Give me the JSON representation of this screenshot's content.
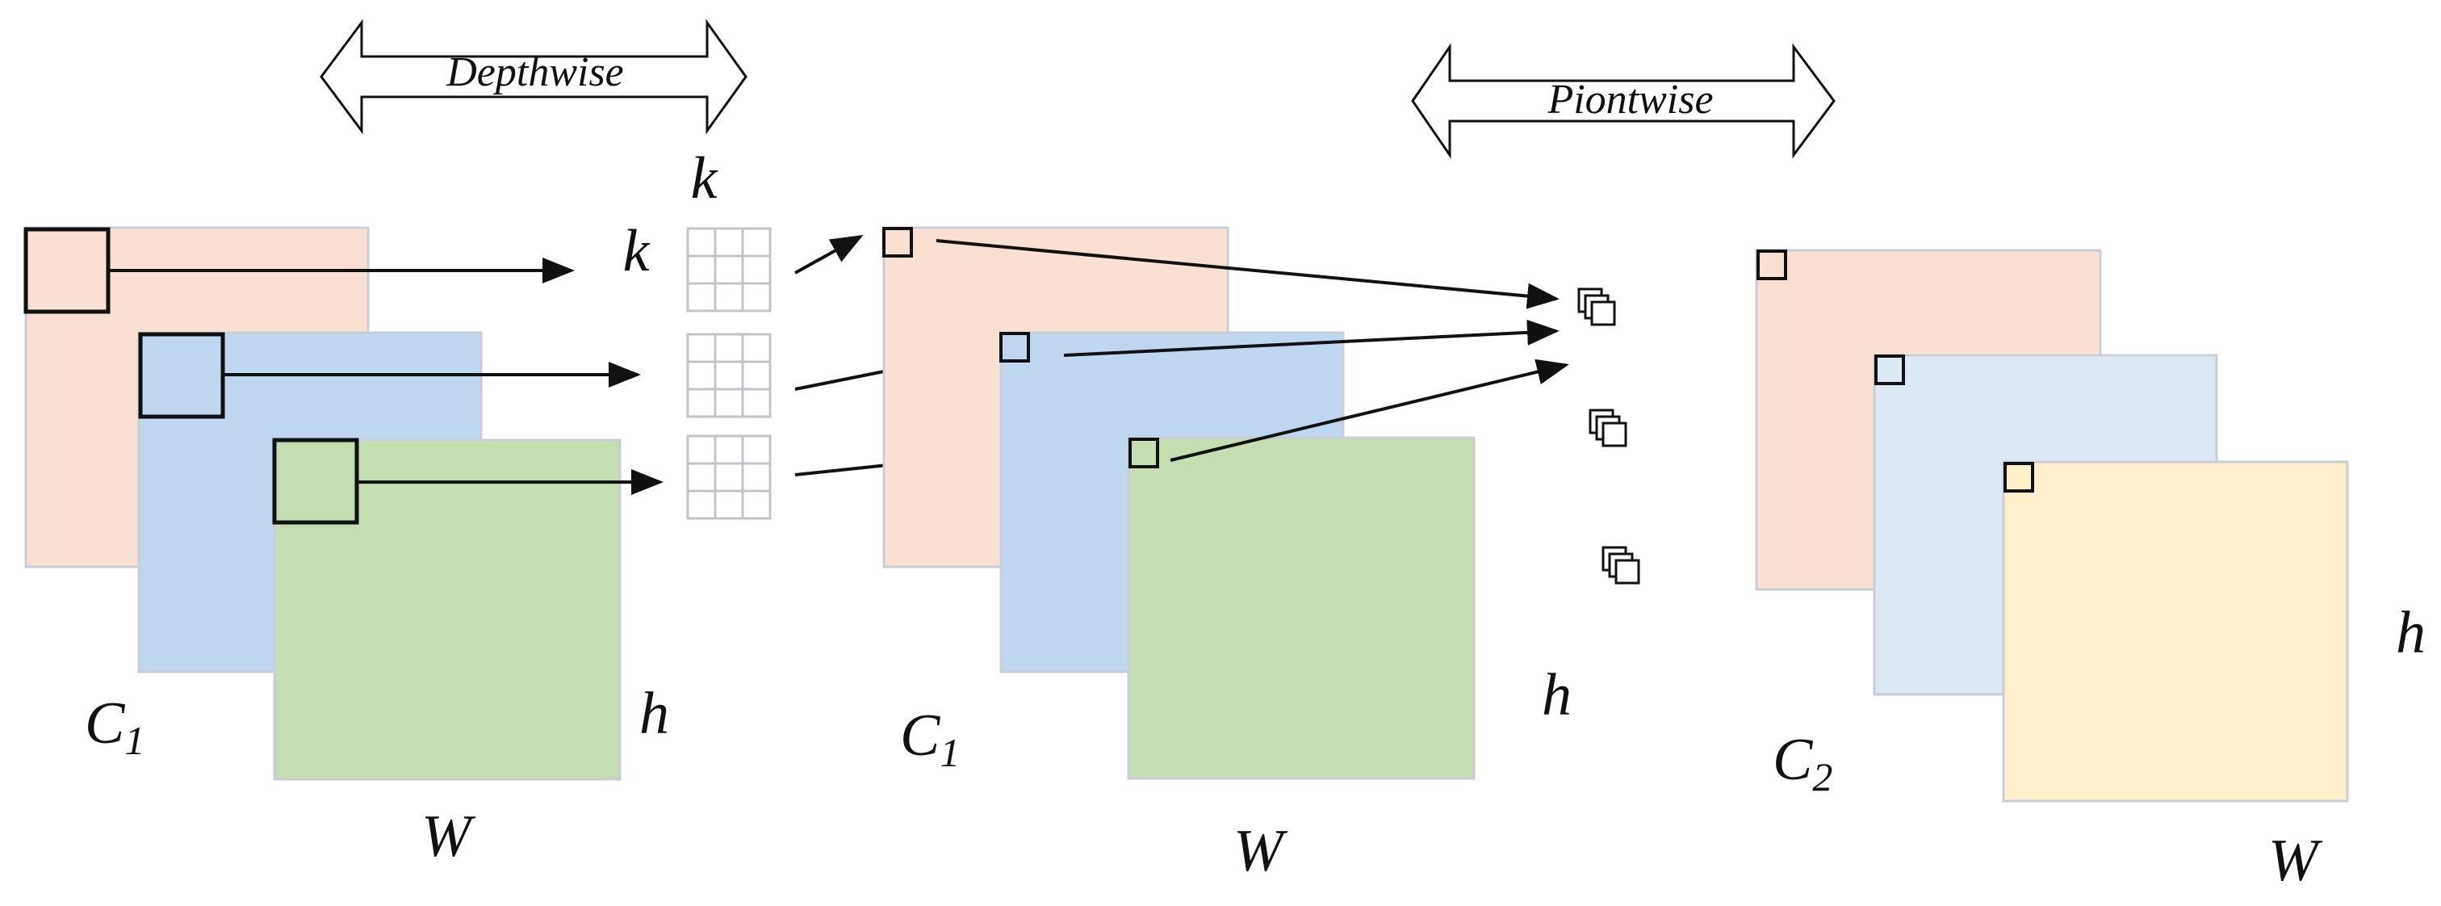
{
  "labels": {
    "depthwise": "Depthwise",
    "pointwise": "Piontwise",
    "kernel_w": "k",
    "kernel_h": "k",
    "c1_left": "C",
    "c1_left_sub": "1",
    "h_left": "h",
    "w_left": "W",
    "c1_mid": "C",
    "c1_mid_sub": "1",
    "h_mid": "h",
    "w_mid": "W",
    "c2_right": "C",
    "c2_right_sub": "2",
    "h_right": "h",
    "w_right": "W"
  },
  "colors": {
    "orange": "#f8e1d2",
    "blue": "#bfd7ee",
    "green": "#c5deb1",
    "light_blue": "#dde8f5",
    "yellow": "#fdefc9",
    "panel_border": "#c9ced6",
    "grid_line": "#c0c4c9",
    "ink": "#111111"
  }
}
